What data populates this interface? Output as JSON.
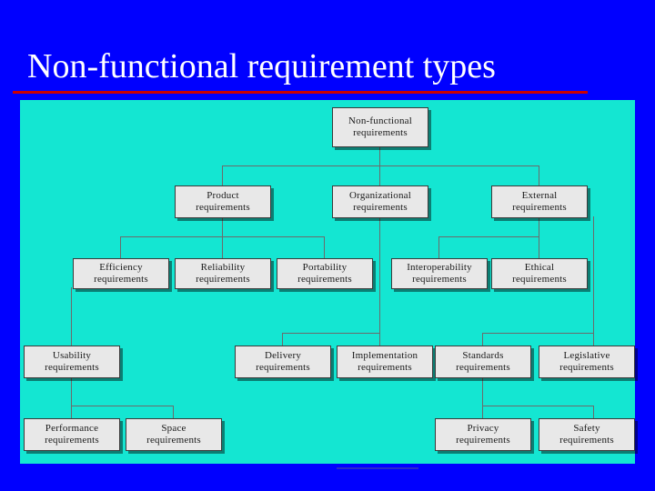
{
  "slide": {
    "title": "Non-functional requirement types",
    "background_color": "#0000FF",
    "title_color": "#FFFFFF",
    "title_rule_color": "#CC0000",
    "canvas_color": "#14E6D2",
    "box_fill": "#E8E8E8",
    "box_border": "#3A3A3A"
  },
  "diagram": {
    "type": "tree",
    "root": {
      "line1": "Non-functional",
      "line2": "requirements"
    },
    "level2": [
      {
        "line1": "Product",
        "line2": "requirements"
      },
      {
        "line1": "Organizational",
        "line2": "requirements"
      },
      {
        "line1": "External",
        "line2": "requirements"
      }
    ],
    "level3": [
      {
        "line1": "Efficiency",
        "line2": "requirements"
      },
      {
        "line1": "Reliability",
        "line2": "requirements"
      },
      {
        "line1": "Portability",
        "line2": "requirements"
      },
      {
        "line1": "Interoperability",
        "line2": "requirements"
      },
      {
        "line1": "Ethical",
        "line2": "requirements"
      }
    ],
    "level4": [
      {
        "line1": "Usability",
        "line2": "requirements"
      },
      {
        "line1": "Delivery",
        "line2": "requirements"
      },
      {
        "line1": "Implementation",
        "line2": "requirements"
      },
      {
        "line1": "Standards",
        "line2": "requirements"
      },
      {
        "line1": "Legislative",
        "line2": "requirements"
      }
    ],
    "level5": [
      {
        "line1": "Performance",
        "line2": "requirements"
      },
      {
        "line1": "Space",
        "line2": "requirements"
      },
      {
        "line1": "Privacy",
        "line2": "requirements"
      },
      {
        "line1": "Safety",
        "line2": "requirements"
      }
    ]
  }
}
